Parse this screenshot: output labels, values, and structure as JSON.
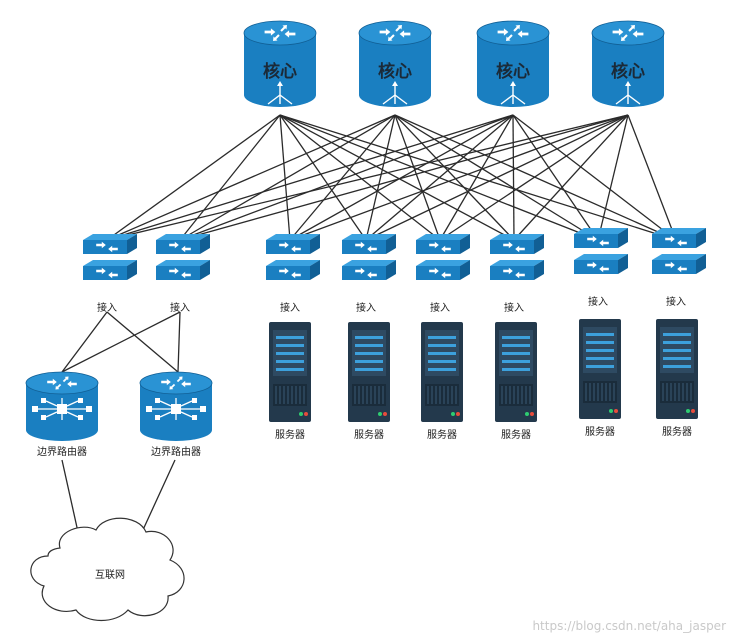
{
  "core": {
    "label": "核心",
    "count": 4
  },
  "access": {
    "label": "接入",
    "count": 8
  },
  "servers": {
    "label": "服务器",
    "count": 6
  },
  "border": {
    "label": "边界路由器",
    "count": 2
  },
  "internet": {
    "label": "互联网"
  },
  "watermark": "https://blog.csdn.net/aha_jasper",
  "colors": {
    "device_blue": "#1a7fc1",
    "device_dark": "#115f95",
    "server": "#23394c",
    "link": "#2b2b2b"
  }
}
